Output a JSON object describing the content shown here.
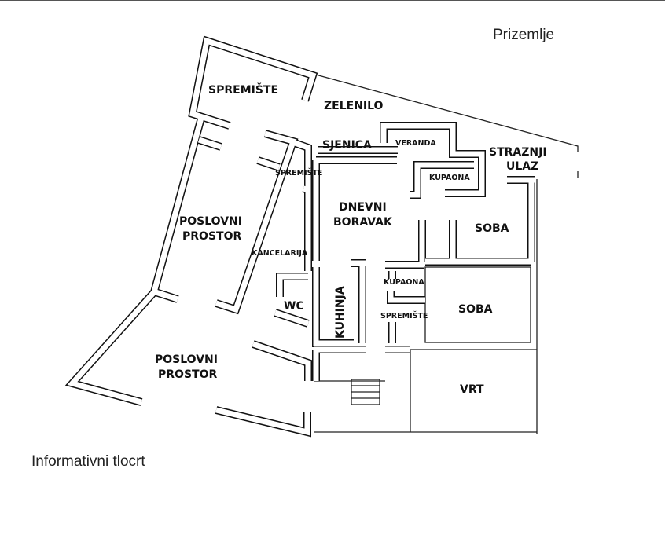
{
  "header": {
    "floor": "Prizemlje"
  },
  "footer": {
    "caption": "Informativni tlocrt"
  },
  "rooms": {
    "spremiste_top": "SPREMIŠTE",
    "zelenilo": "ZELENILO",
    "sjenica": "SJENICA",
    "veranda": "VERANDA",
    "straznji_ulaz_1": "STRAZNJI",
    "straznji_ulaz_2": "ULAZ",
    "kupaona_top": "KUPAONA",
    "spremiste_small": "SPREMIŠTE",
    "poslovni_1a": "POSLOVNI",
    "poslovni_1b": "PROSTOR",
    "dnevni_1": "DNEVNI",
    "dnevni_2": "BORAVAK",
    "soba_1": "SOBA",
    "kancelarija": "KANCELARIJA",
    "kupaona_mid": "KUPAONA",
    "wc": "WC",
    "kuhinja": "KUHINJA",
    "soba_2": "SOBA",
    "spremiste_mid": "SPREMIŠTE",
    "poslovni_2a": "POSLOVNI",
    "poslovni_2b": "PROSTOR",
    "vrt": "VRT"
  }
}
